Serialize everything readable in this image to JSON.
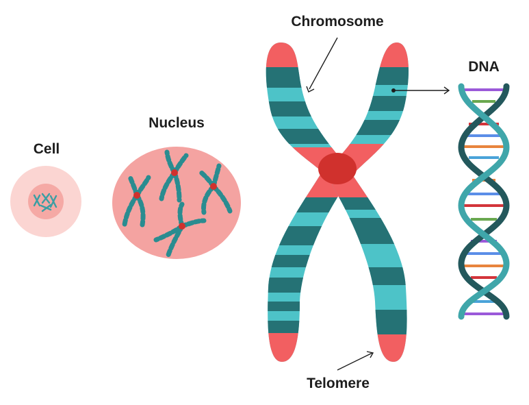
{
  "labels": {
    "cell": "Cell",
    "nucleus": "Nucleus",
    "chromosome": "Chromosome",
    "dna": "DNA",
    "telomere": "Telomere"
  },
  "colors": {
    "telomere": "#f25f61",
    "band_light": "#4dc3c8",
    "band_dark": "#257275",
    "centromere": "#d0312d",
    "nucleus_fill": "#f4a3a1",
    "cell_outer": "#fbd5d2",
    "cell_inner": "#f5a9a5",
    "dna_strand_a": "#3fa6aa",
    "dna_strand_b": "#23585c",
    "rungs": [
      "#9b59d9",
      "#5b8ee8",
      "#e8843d",
      "#d3343a",
      "#6aa84f",
      "#4aa3d9"
    ]
  }
}
